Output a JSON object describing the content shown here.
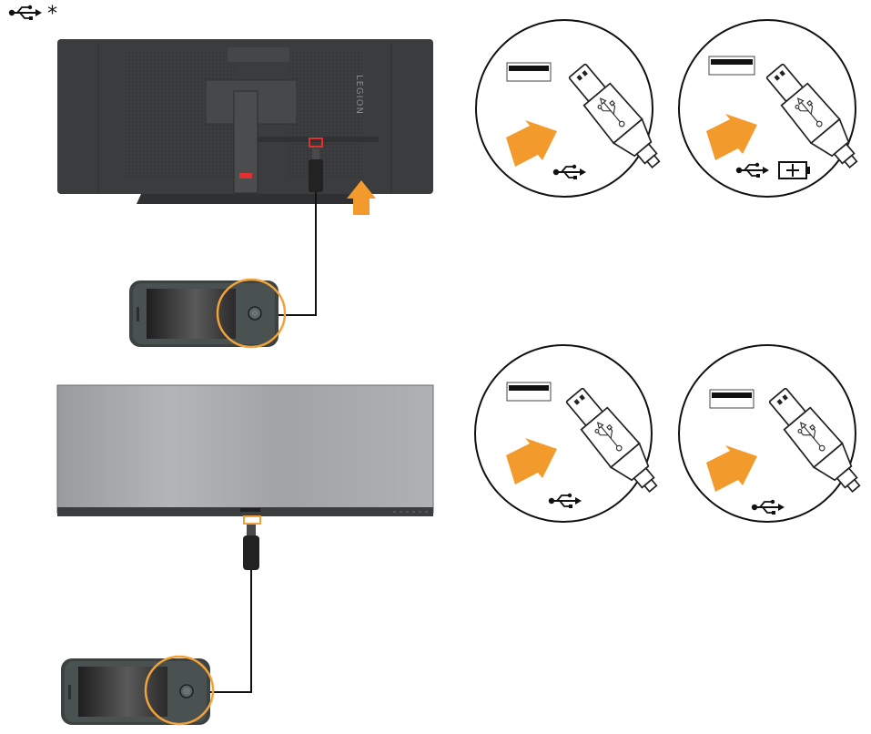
{
  "header": {
    "usb_icon": "usb-icon",
    "asterisk": "*"
  },
  "monitor_back": {
    "brand_text": "LEGION",
    "highlight_color": "#e03030",
    "arrow_color": "#f39a2c"
  },
  "detail_circles": [
    {
      "id": "usb-standard-top",
      "icons": [
        "usb-icon"
      ]
    },
    {
      "id": "usb-charging-top",
      "icons": [
        "usb-icon",
        "battery-icon"
      ]
    },
    {
      "id": "usb-standard-bottom-left",
      "icons": [
        "usb-icon"
      ]
    },
    {
      "id": "usb-standard-bottom-right",
      "icons": [
        "usb-icon"
      ]
    }
  ],
  "colors": {
    "monitor_dark": "#3a3c3e",
    "monitor_front": "#a9aaab",
    "port_highlight_top": "#e03030",
    "port_highlight_bottom": "#f2a23a",
    "phone_ring": "#f2a23a",
    "insert_arrow": "#f39a2c"
  }
}
